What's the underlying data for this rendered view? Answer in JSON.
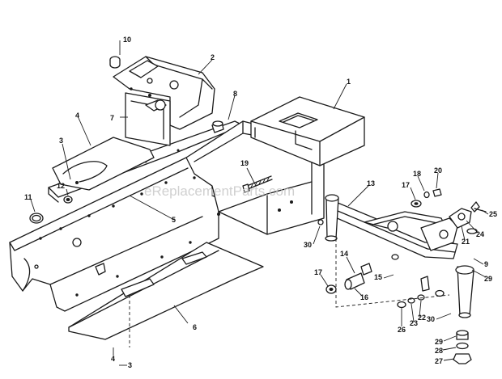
{
  "watermark": "eReplacementParts.com",
  "callouts": [
    {
      "id": "c10",
      "text": "10"
    },
    {
      "id": "c2",
      "text": "2"
    },
    {
      "id": "c1",
      "text": "1"
    },
    {
      "id": "c8",
      "text": "8"
    },
    {
      "id": "c7",
      "text": "7"
    },
    {
      "id": "c4",
      "text": "4"
    },
    {
      "id": "c3a",
      "text": "3"
    },
    {
      "id": "c12",
      "text": "12"
    },
    {
      "id": "c11",
      "text": "11"
    },
    {
      "id": "c19",
      "text": "19"
    },
    {
      "id": "c5",
      "text": "5"
    },
    {
      "id": "c13",
      "text": "13"
    },
    {
      "id": "c17a",
      "text": "17"
    },
    {
      "id": "c18",
      "text": "18"
    },
    {
      "id": "c20",
      "text": "20"
    },
    {
      "id": "c25",
      "text": "25"
    },
    {
      "id": "c24",
      "text": "24"
    },
    {
      "id": "c21",
      "text": "21"
    },
    {
      "id": "c30a",
      "text": "30"
    },
    {
      "id": "c9",
      "text": "9"
    },
    {
      "id": "c29a",
      "text": "29"
    },
    {
      "id": "c14",
      "text": "14"
    },
    {
      "id": "c17b",
      "text": "17"
    },
    {
      "id": "c16",
      "text": "16"
    },
    {
      "id": "c15",
      "text": "15"
    },
    {
      "id": "c22",
      "text": "22"
    },
    {
      "id": "c30b",
      "text": "30"
    },
    {
      "id": "c26",
      "text": "26"
    },
    {
      "id": "c23",
      "text": "23"
    },
    {
      "id": "c6",
      "text": "6"
    },
    {
      "id": "c4b",
      "text": "4"
    },
    {
      "id": "c3b",
      "text": "3"
    },
    {
      "id": "c29b",
      "text": "29"
    },
    {
      "id": "c28",
      "text": "28"
    },
    {
      "id": "c27",
      "text": "27"
    }
  ]
}
